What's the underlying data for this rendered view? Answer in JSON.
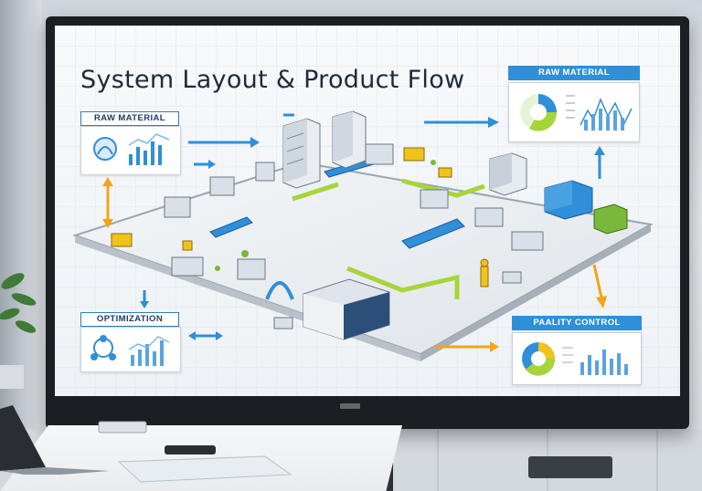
{
  "screen": {
    "title": "System Layout & Product Flow",
    "panels": {
      "top_left": {
        "label": "RAW MATERIAL"
      },
      "top_right": {
        "label": "RAW MATERIAL"
      },
      "bottom_left": {
        "label": "OPTIMIZATION"
      },
      "bottom_right": {
        "label": "PAALITY CONTROL"
      }
    }
  },
  "colors": {
    "accent_blue": "#2f8fd8",
    "arrow_orange": "#f2a516",
    "conveyor_green": "#a6d53b",
    "machine_yellow": "#f1c21b"
  }
}
